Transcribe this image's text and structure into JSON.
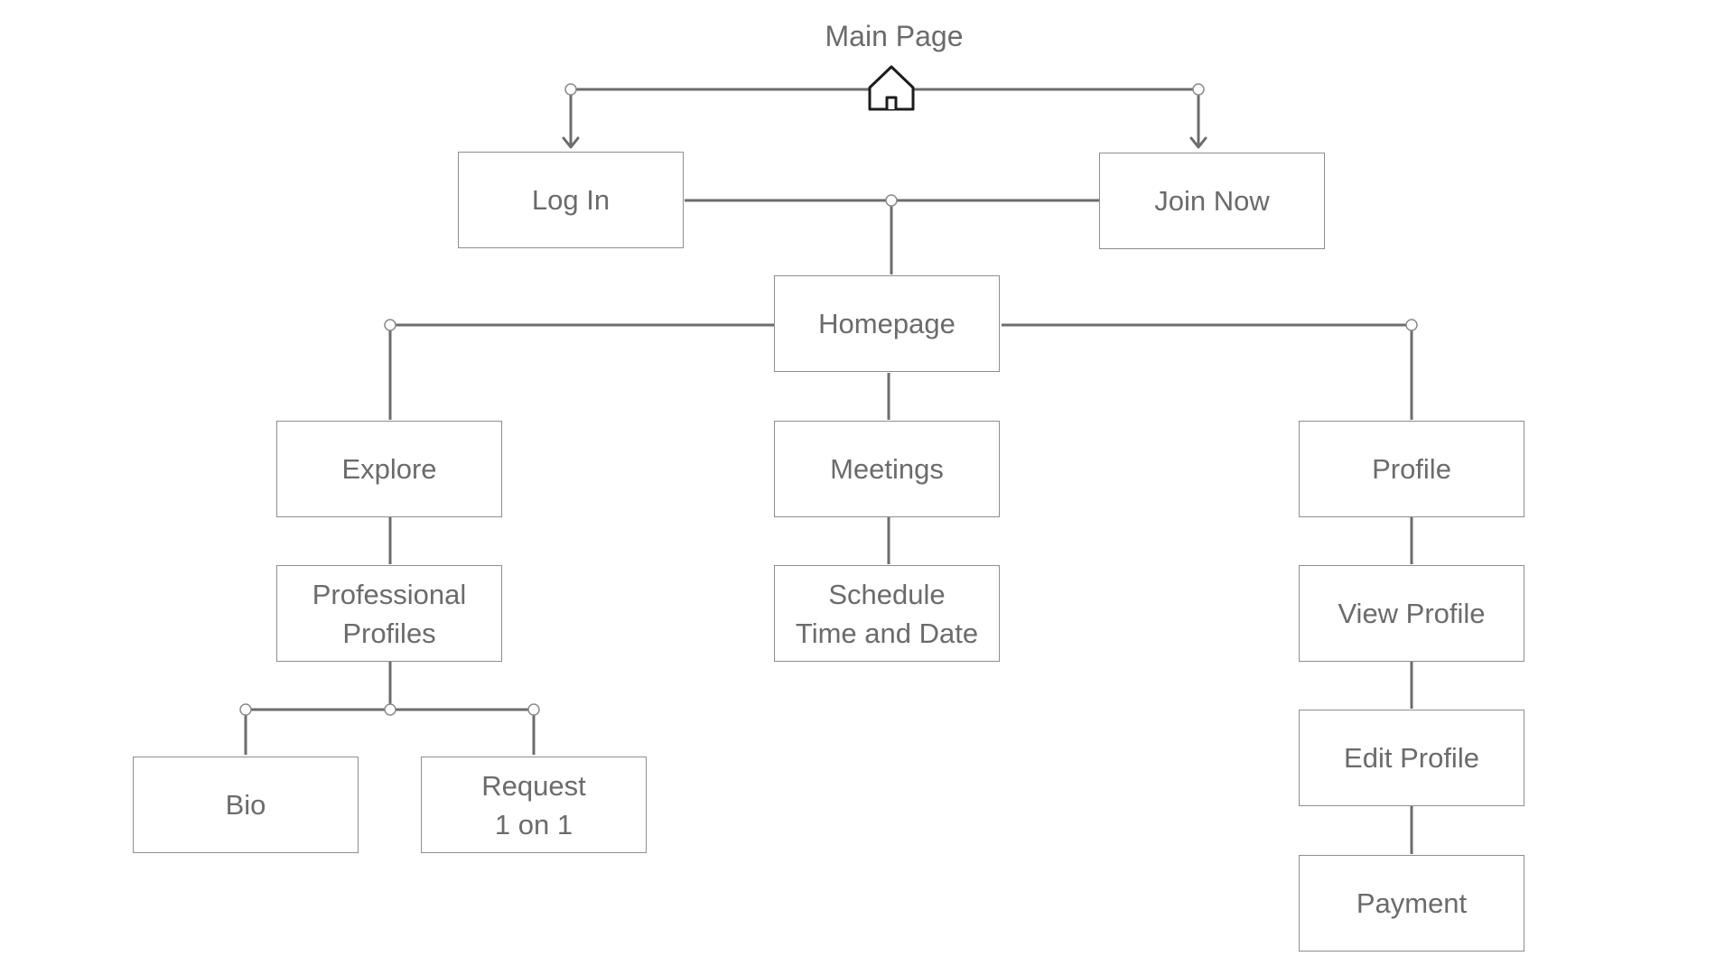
{
  "diagram": {
    "title": "Main Page",
    "root_icon": "home-icon",
    "nodes": {
      "log_in": "Log In",
      "join_now": "Join Now",
      "homepage": "Homepage",
      "explore": "Explore",
      "meetings": "Meetings",
      "profile": "Profile",
      "professional_profiles": "Professional\nProfiles",
      "schedule_time_and_date": "Schedule\nTime and Date",
      "view_profile": "View Profile",
      "edit_profile": "Edit Profile",
      "payment": "Payment",
      "bio": "Bio",
      "request_1_on_1": "Request\n1 on 1"
    },
    "connections": [
      [
        "Main Page",
        "Log In"
      ],
      [
        "Main Page",
        "Join Now"
      ],
      [
        "Log In",
        "Homepage"
      ],
      [
        "Join Now",
        "Homepage"
      ],
      [
        "Homepage",
        "Explore"
      ],
      [
        "Homepage",
        "Meetings"
      ],
      [
        "Homepage",
        "Profile"
      ],
      [
        "Explore",
        "Professional Profiles"
      ],
      [
        "Professional Profiles",
        "Bio"
      ],
      [
        "Professional Profiles",
        "Request 1 on 1"
      ],
      [
        "Meetings",
        "Schedule Time and Date"
      ],
      [
        "Profile",
        "View Profile"
      ],
      [
        "View Profile",
        "Edit Profile"
      ],
      [
        "Edit Profile",
        "Payment"
      ]
    ],
    "colors": {
      "line": "#6c6c6c",
      "box_border": "#8e8e8e",
      "text": "#6b6b6b",
      "icon": "#1c1c1c"
    }
  }
}
